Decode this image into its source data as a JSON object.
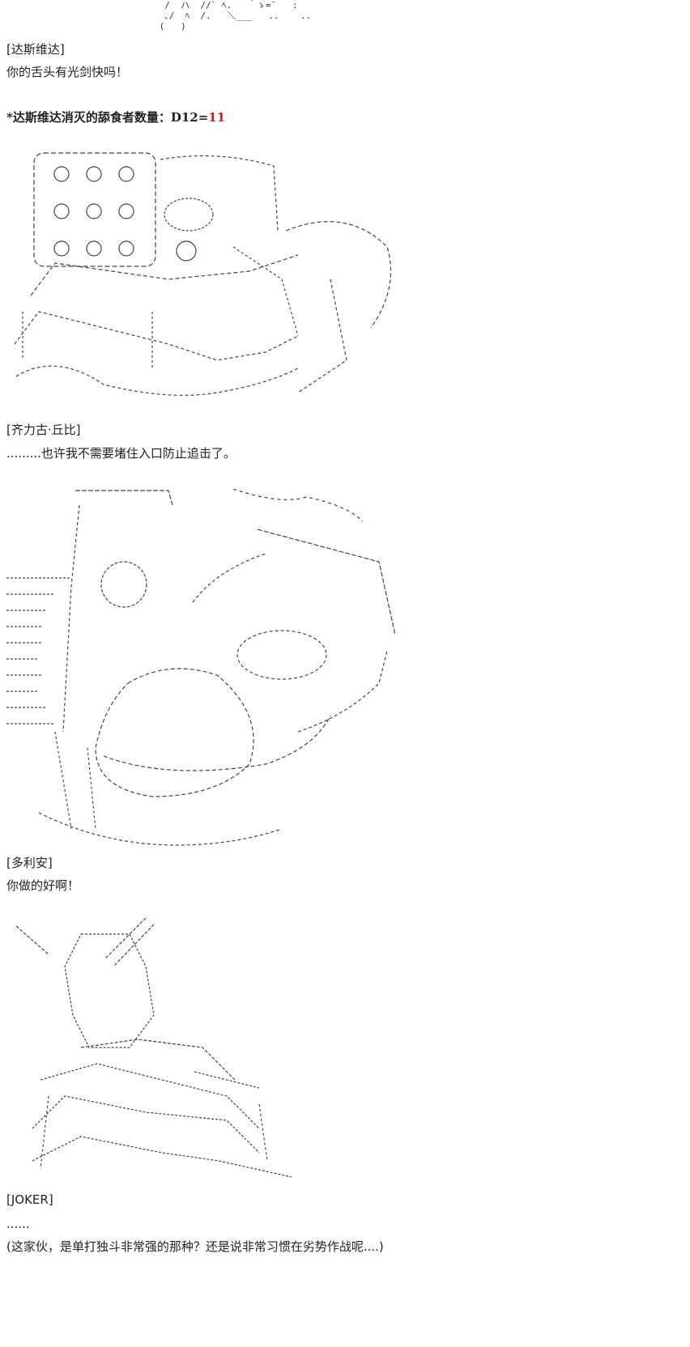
{
  "colors": {
    "text": "#222222",
    "highlight": "#cc1f1f",
    "art": "#333333"
  },
  "scene1": {
    "speaker": "[达斯维达]",
    "line": "你的舌头有光剑快吗！"
  },
  "roll": {
    "label": "*达斯维达消灭的舔食者数量：D12=",
    "value": "11"
  },
  "scene2": {
    "speaker": "[齐力古·丘比]",
    "line": ".........也许我不需要堵住入口防止追击了。"
  },
  "scene3": {
    "speaker": "[多利安]",
    "line": "你做的好啊！"
  },
  "scene4": {
    "speaker": "[JOKER]",
    "line1": "......",
    "line2": "(这家伙，是单打独斗非常强的那种？还是说非常习惯在劣势作战呢....)"
  }
}
